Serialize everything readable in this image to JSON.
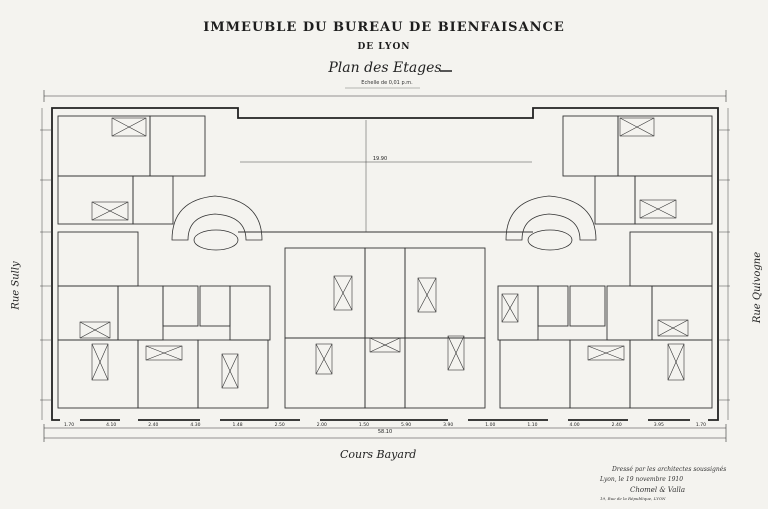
{
  "header": {
    "title": "IMMEUBLE DU BUREAU DE BIENFAISANCE",
    "subtitle": "DE LYON",
    "plan_title": "Plan des Etages",
    "scale": "Echelle de 0,01 p.m."
  },
  "streets": {
    "left": "Rue Sully",
    "right": "Rue Quivogne",
    "bottom": "Cours Bayard"
  },
  "dimensions": {
    "overall_width": "58.10",
    "bottom_segments": [
      "1.70",
      "4.10",
      "2.40",
      "4.30",
      "1.48",
      "2.50",
      "2.00",
      "1.50",
      "5.90",
      "3.90",
      "1.00",
      "1.10",
      "4.00",
      "2.40",
      "3.95",
      "1.70"
    ],
    "courtyard_width": "19.90"
  },
  "signature": {
    "line1": "Dressé par les architectes soussignés",
    "line2": "Lyon, le 19 novembre 1910",
    "names": "Chomel & Valla",
    "address": "19, Rue de la République, LYON"
  }
}
